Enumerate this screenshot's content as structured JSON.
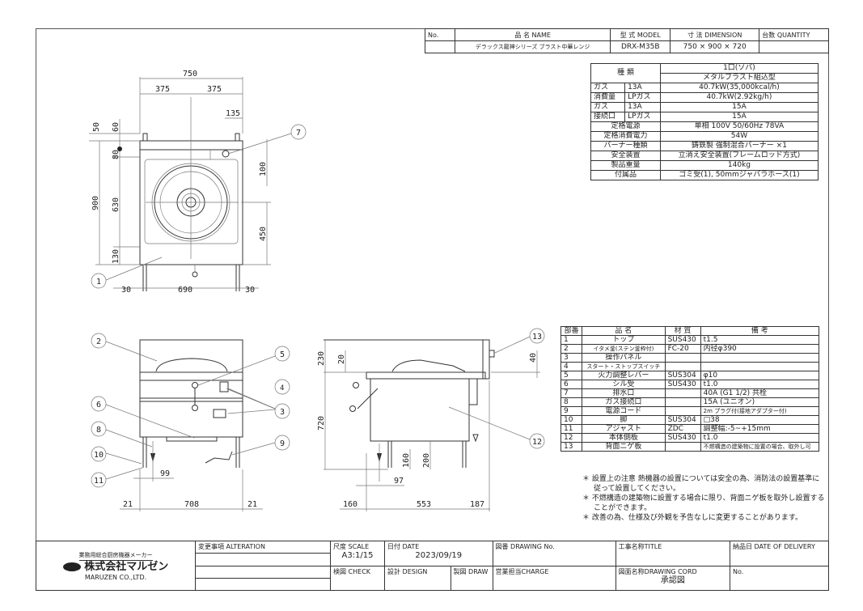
{
  "header": {
    "no_label": "No.",
    "name_label": "品 名 NAME",
    "model_label": "型 式 MODEL",
    "dimension_label": "寸 法 DIMENSION",
    "quantity_label": "台数 QUANTITY",
    "name": "デラックス龍神シリーズ ブラスト中華レンジ",
    "model": "DRX-M35B",
    "dimension": "750 × 900 × 720",
    "quantity": ""
  },
  "spec": {
    "type_label": "種 類",
    "type_value_1": "1口(ソバ)",
    "type_value_2": "メタルブラスト組込型",
    "gas_consumption_label_1": "ガス",
    "gas_consumption_label_2": "消費量",
    "gas_connection_label_1": "ガス",
    "gas_connection_label_2": "接続口",
    "gas_13a": "13A",
    "gas_lp": "LPガス",
    "consumption_13a": "40.7kW(35,000kcal/h)",
    "consumption_lp": "40.7kW(2.92kg/h)",
    "connection_13a": "15A",
    "connection_lp": "15A",
    "rows": [
      {
        "label": "定格電源",
        "value": "単相 100V 50/60Hz 78VA"
      },
      {
        "label": "定格消費電力",
        "value": "54W"
      },
      {
        "label": "バーナー種類",
        "value": "鋳鉄製 強制混合バーナー ×1"
      },
      {
        "label": "安全装置",
        "value": "立消え安全装置(フレームロッド方式)"
      },
      {
        "label": "製品重量",
        "value": "140kg"
      },
      {
        "label": "付属品",
        "value": "ゴミ受(1), 50mmジャバラホース(1)"
      }
    ]
  },
  "parts": {
    "headers": [
      "部番",
      "品 名",
      "材 質",
      "備 考"
    ],
    "rows": [
      [
        "1",
        "トップ",
        "SUS430",
        "t1.5"
      ],
      [
        "2",
        "イタメ釜(ステン釜枠付)",
        "FC-20",
        "内径φ390"
      ],
      [
        "3",
        "操作パネル",
        "",
        ""
      ],
      [
        "4",
        "スタート・ストップスイッチ",
        "",
        ""
      ],
      [
        "5",
        "火力調整レバー",
        "SUS304",
        "φ10"
      ],
      [
        "6",
        "シル受",
        "SUS430",
        "t1.0"
      ],
      [
        "7",
        "排水口",
        "",
        "40A (G1 1/2) 共栓"
      ],
      [
        "8",
        "ガス接続口",
        "",
        "15A (ユニオン)"
      ],
      [
        "9",
        "電源コード",
        "",
        "2m プラグ付(接地アダプター付)"
      ],
      [
        "10",
        "脚",
        "SUS304",
        "□38"
      ],
      [
        "11",
        "アジャスト",
        "ZDC",
        "調整幅:-5~+15mm"
      ],
      [
        "12",
        "本体側板",
        "SUS430",
        "t1.0"
      ],
      [
        "13",
        "背面ニゲ板",
        "",
        "不燃構造の建築物に設置の場合、取外し可"
      ]
    ]
  },
  "notes": [
    "設置上の注意 熱機器の設置については安全の為、消防法の設置基準に従って設置してください。",
    "不燃構造の建築物に設置する場合に限り、背面ニゲ板を取外し設置することができます。",
    "改善の為、仕様及び外観を予告なしに変更することがあります。"
  ],
  "note_bullet": "＊",
  "title_block": {
    "maker_tagline": "業務用総合厨房機器メーカー",
    "company_jp": "株式会社マルゼン",
    "company_en": "MARUZEN CO.,LTD.",
    "alteration_label": "変更事項 ALTERATION",
    "scale_label": "尺度 SCALE",
    "scale_value": "A3:1/15",
    "date_label": "日付 DATE",
    "date_value": "2023/09/19",
    "drawing_no_label": "図番 DRAWING No.",
    "title_label": "工事名称TITLE",
    "delivery_label": "納品日 DATE OF DELIVERY",
    "check_label": "検図 CHECK",
    "design_label": "設計 DESIGN",
    "draw_label": "製図 DRAW",
    "charge_label": "営業担当CHARGE",
    "drawing_cord_label": "図面名称DRAWING CORD",
    "drawing_cord_value": "承認図",
    "no_label": "No."
  },
  "dimensions": {
    "top": {
      "w750": "750",
      "h375a": "375",
      "h375b": "375",
      "d135": "135",
      "d50": "50",
      "d60": "60",
      "d80": "80",
      "d900": "900",
      "d630": "630",
      "d130": "130",
      "d100": "100",
      "d450": "450",
      "d30a": "30",
      "d690": "690",
      "d30b": "30"
    },
    "front": {
      "d99": "99",
      "d21a": "21",
      "d708": "708",
      "d21b": "21"
    },
    "side": {
      "d230": "230",
      "d20": "20",
      "d40": "40",
      "d720": "720",
      "d160h": "160",
      "d200": "200",
      "d97": "97",
      "d160": "160",
      "d553": "553",
      "d187": "187"
    }
  },
  "balloons": [
    "1",
    "2",
    "3",
    "4",
    "5",
    "6",
    "7",
    "8",
    "9",
    "10",
    "11",
    "12",
    "13"
  ]
}
